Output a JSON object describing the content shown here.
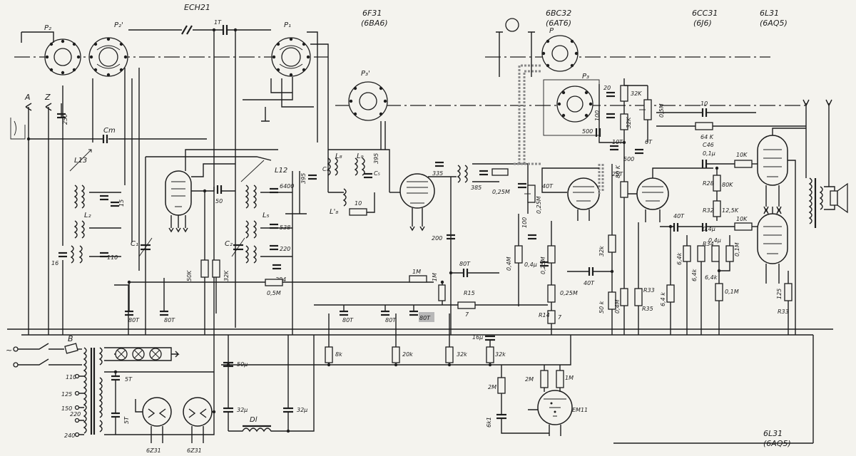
{
  "tubes": {
    "ech21": "ECH21",
    "if_tube": "6F31",
    "if_tube_alt": "(6BA6)",
    "det_tube": "6BC32",
    "det_tube_alt": "(6AT6)",
    "drv_tube": "6CC31",
    "drv_tube_alt": "(6J6)",
    "out_tube": "6L31",
    "out_tube_alt": "(6AQ5)",
    "out_tube2": "6L31",
    "out_tube2_alt": "(6AQ5)",
    "rect1": "6Z31",
    "rect2": "6Z31",
    "eye": "EM11"
  },
  "sockets": {
    "p2": "P₂",
    "p2p": "P₂'",
    "p1": "P₁",
    "p3p": "P₃'",
    "pr": "P",
    "p3": "P₃"
  },
  "labels": {
    "antenna": "A",
    "ground": "Z",
    "cm": "Cm",
    "l13": "L13",
    "l12": "L12",
    "c1": "C₁",
    "c2": "C₂",
    "c4": "C₄",
    "c5": "C₅",
    "l8": "L₈",
    "l9": "L₉",
    "l8p": "L'₈",
    "l2": "L₂",
    "l5": "L₅",
    "b": "B",
    "dl": "Dl"
  },
  "components": {
    "c250": "250",
    "c15": "15",
    "c110": "110",
    "c16": "16",
    "c50": "50",
    "c6400": "6400",
    "c538": "538",
    "c220": "220",
    "c294": "294",
    "c395a": "395",
    "c395b": "395",
    "c335": "335",
    "c385": "385",
    "c200": "200",
    "c80t_f": "80T",
    "c40t_a": "40T",
    "c40t_b": "40T",
    "c40t_c": "40T",
    "c100a": "100",
    "c100b": "100",
    "c500a": "500",
    "c500b": "500",
    "c10t": "10T",
    "c6t": "6T",
    "c20": "20",
    "c10": "10",
    "c46": "C46",
    "c01u": "0,1µ",
    "c04u_a": "0,4µ",
    "c04u_b": "0,4µ",
    "c04u_c": "0,4µ",
    "c80t_a": "80T",
    "c80t_b": "80T",
    "c80t_c": "80T",
    "c80t_d": "80T",
    "c80t_e": "80T",
    "c1t": "1T",
    "c25t": "25T",
    "c50u": "50µ",
    "c32u_a": "32µ",
    "c32u_b": "32µ",
    "c16u": "16µ",
    "c5t_a": "5T",
    "c5t_b": "5T",
    "c6k1": "6k1",
    "r10": "10",
    "r50k": "50K",
    "r32k": "32K",
    "r05m_a": "0,5M",
    "r025m_a": "0,25M",
    "r025m_b": "0,25M",
    "r025m_c": "0,25M",
    "r1m_a": "1M",
    "r1m_b": "1M",
    "r1m_c": "1M",
    "r2m": "2M",
    "r15": "R15",
    "r7": "7",
    "r14": "R14",
    "r7b": "7",
    "r32k_a": "32K",
    "r32k_b": "32K",
    "r05m_pot": "0,5M",
    "r64k": "64 K",
    "r10k_a": "10K",
    "r10k_b": "10K",
    "r80k_a": "80K",
    "r80k_b": "80 K",
    "r125k": "12,5K",
    "r28": "R28",
    "r32": "R32",
    "r01m_a": "0,1M",
    "r01m_b": "0,1M",
    "r04m": "0,4M",
    "r04m_b": "0,4M",
    "r32k_c": "32k",
    "r50k_b": "50 k",
    "r64k_a": "6,4k",
    "r64k_b": "6,4k",
    "r64k_c": "6,4 k",
    "r64k_d": "6,4k",
    "r64k_e": "6,4k",
    "r125": "125",
    "r33": "R33",
    "r35": "R35",
    "r34": "R34",
    "r8k": "8k",
    "r20k": "20k",
    "r32k_d": "32k",
    "r32k_e": "32k",
    "r2m_b": "2M",
    "v110": "110",
    "v125": "125",
    "v150": "150",
    "v220": "220",
    "v240": "240",
    "mains": "~"
  }
}
